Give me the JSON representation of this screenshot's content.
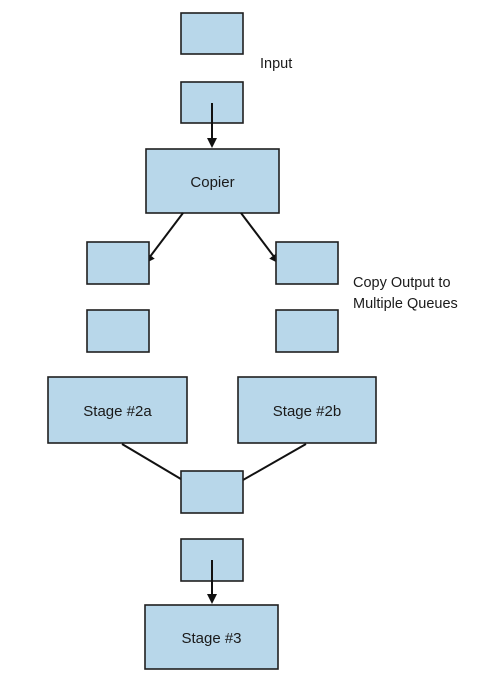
{
  "labels": {
    "input": "Input",
    "copier": "Copier",
    "copy_note_line1": "Copy Output to",
    "copy_note_line2": "Multiple Queues",
    "stage_2a": "Stage #2a",
    "stage_2b": "Stage #2b",
    "stage_3": "Stage #3"
  },
  "colors": {
    "box_fill": "#b8d7ea",
    "box_stroke": "#1f1f1f",
    "arrow": "#111111"
  }
}
